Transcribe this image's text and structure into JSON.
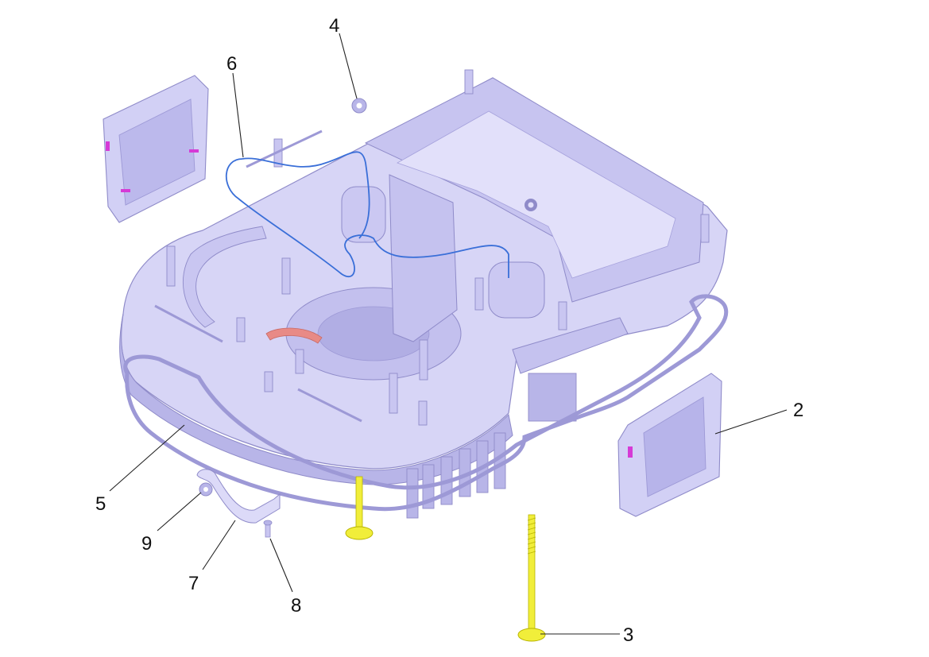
{
  "colors": {
    "housing": "#d7d5f6",
    "housing_shade": "#b8b5e8",
    "housing_dark": "#9d99d6",
    "housing_edge": "#8f8bc9",
    "wire": "#3a6fd8",
    "seal_accent": "#e88a86",
    "magenta_clip": "#d63ad6",
    "bolt_yellow": "#f1ee3a",
    "bolt_yellow_edge": "#b8b400",
    "leader": "#222222"
  },
  "callouts": [
    {
      "id": "1",
      "label": "2"
    },
    {
      "id": "2",
      "label": "3"
    },
    {
      "id": "3",
      "label": "4"
    },
    {
      "id": "4",
      "label": "5"
    },
    {
      "id": "5",
      "label": "6"
    },
    {
      "id": "6",
      "label": "7"
    },
    {
      "id": "7",
      "label": "8"
    },
    {
      "id": "8",
      "label": "9"
    }
  ]
}
